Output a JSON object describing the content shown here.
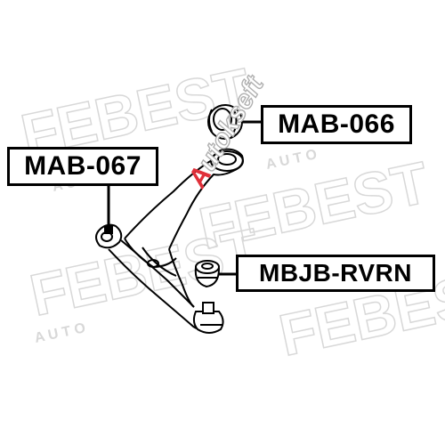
{
  "labels": {
    "mab_066": "MAB-066",
    "mab_067": "MAB-067",
    "mbjb_rvrn": "MBJB-RVRN"
  },
  "watermark": {
    "first_letter": "A",
    "rest": "utokseft"
  },
  "background_logo": {
    "brand": "FEBEST",
    "tagline": "A U T O"
  },
  "colors": {
    "outline": "#000000",
    "watermark_accent": "#e0303a",
    "logo_gray": "#d8d8d8"
  }
}
